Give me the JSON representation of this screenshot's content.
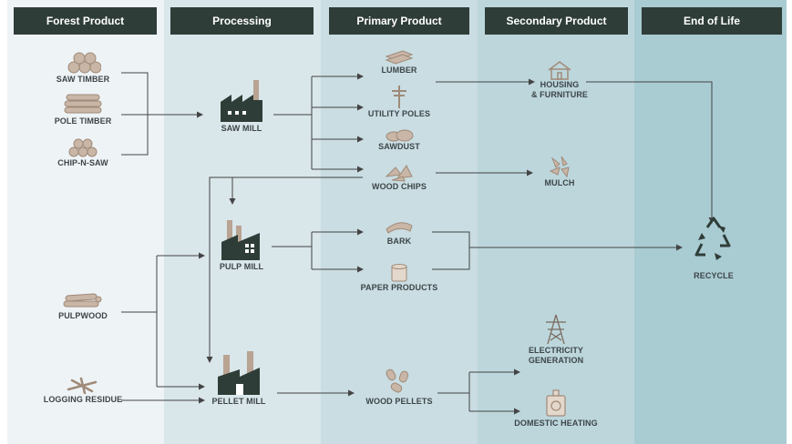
{
  "colors": {
    "header_bg": "#2f3d38",
    "header_text": "#ffffff",
    "col1_bg": "#eef3f6",
    "col2_bg": "#d9e6ea",
    "col3_bg": "#c9dde2",
    "col4_bg": "#bcd6dc",
    "col5_bg": "#a9cbd2",
    "icon_wood": "#b9a392",
    "icon_dark": "#2f3d38",
    "arrow": "#444444"
  },
  "headers": [
    "Forest Product",
    "Processing",
    "Primary Product",
    "Secondary Product",
    "End of Life"
  ],
  "forest_products": {
    "saw_timber": "SAW TIMBER",
    "pole_timber": "POLE TIMBER",
    "chip_n_saw": "CHIP-N-SAW",
    "pulpwood": "PULPWOOD",
    "logging_residue": "LOGGING RESIDUE"
  },
  "processing": {
    "saw_mill": "SAW MILL",
    "pulp_mill": "PULP MILL",
    "pellet_mill": "PELLET MILL"
  },
  "primary_products": {
    "lumber": "LUMBER",
    "utility_poles": "UTILITY POLES",
    "sawdust": "SAWDUST",
    "wood_chips": "WOOD CHIPS",
    "bark": "BARK",
    "paper_products": "PAPER PRODUCTS",
    "wood_pellets": "WOOD PELLETS"
  },
  "secondary_products": {
    "housing_line1": "HOUSING",
    "housing_line2": "& FURNITURE",
    "mulch": "MULCH",
    "electricity_line1": "ELECTRICITY",
    "electricity_line2": "GENERATION",
    "domestic_heating": "DOMESTIC HEATING"
  },
  "end_of_life": {
    "recycle": "RECYCLE"
  },
  "icons": {
    "saw_timber": "log-pile-icon",
    "pole_timber": "stacked-poles-icon",
    "chip_n_saw": "log-stack-icon",
    "pulpwood": "log-bundle-icon",
    "logging_residue": "branches-icon",
    "saw_mill": "factory-icon",
    "pulp_mill": "factory-icon",
    "pellet_mill": "factory-icon",
    "lumber": "boards-icon",
    "utility_poles": "utility-pole-icon",
    "sawdust": "sawdust-pile-icon",
    "wood_chips": "wood-chips-icon",
    "bark": "bark-icon",
    "paper_products": "paper-roll-icon",
    "wood_pellets": "pellets-icon",
    "housing": "house-icon",
    "mulch": "mulch-icon",
    "electricity": "power-tower-icon",
    "domestic_heating": "stove-icon",
    "recycle": "recycle-icon"
  }
}
